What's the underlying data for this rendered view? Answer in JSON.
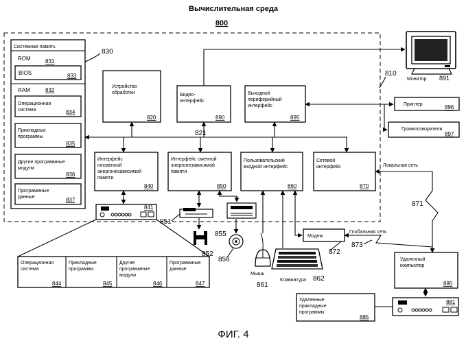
{
  "title": "Вычислительная среда",
  "env_number": "800",
  "figure_caption": "ФИГ. 4",
  "system_memory": {
    "label": "Системная память",
    "number": "830",
    "rom": {
      "label": "ROM",
      "number": "831"
    },
    "bios": {
      "label": "BIOS",
      "number": "833"
    },
    "ram": {
      "label": "RAM",
      "number": "832"
    },
    "os": {
      "line1": "Операционная",
      "line2": "система",
      "number": "834"
    },
    "apps": {
      "line1": "Прикладные",
      "line2": "программы",
      "number": "835"
    },
    "other": {
      "line1": "Другие программные",
      "line2": "модули",
      "number": "836"
    },
    "data": {
      "line1": "Программные",
      "line2": "данные",
      "number": "837"
    }
  },
  "processor": {
    "line1": "Устройство",
    "line2": "обработки",
    "number": "820"
  },
  "video": {
    "line1": "Видео-",
    "line2": "интерфейс",
    "number": "890"
  },
  "output_periph": {
    "line1": "Выходной",
    "line2": "периферийный",
    "line3": "интерфейс",
    "number": "895"
  },
  "bus_number": "821",
  "computer_number": "810",
  "nonremovable": {
    "line1": "Интерфейс",
    "line2": "несменной",
    "line3": "энергонезависимой",
    "line4": "памяти",
    "number": "840"
  },
  "removable": {
    "line1": "Интерфейс сменной",
    "line2": "энергонезависимой",
    "line3": "памяти",
    "number": "850"
  },
  "user_input": {
    "line1": "Пользовательский",
    "line2": "входной интерфейс",
    "number": "860"
  },
  "network": {
    "line1": "Сетевой",
    "line2": "интерфейс",
    "number": "870"
  },
  "monitor": {
    "label": "Монитор",
    "number": "891"
  },
  "printer": {
    "label": "Принтер",
    "number": "896"
  },
  "speakers": {
    "label": "Громкоговорители",
    "number": "897"
  },
  "lan": {
    "label": "Локальная сеть",
    "number": "871"
  },
  "wan": {
    "label": "Глобальная сеть",
    "number": "873"
  },
  "modem": {
    "label": "Модем",
    "number": "872"
  },
  "mouse": {
    "label": "Мышь",
    "number": "861"
  },
  "keyboard": {
    "label": "Клавиатура",
    "number": "862"
  },
  "hdd_number": "841",
  "hdd_ref": "851",
  "floppy_drive_ref": "852",
  "cd_drive_ref": "855",
  "cd_ref": "856",
  "remote": {
    "line1": "Удаленный",
    "line2": "компьютер",
    "number": "880"
  },
  "remote_hdd_number": "881",
  "remote_apps": {
    "line1": "Удаленные",
    "line2": "прикладные",
    "line3": "программы",
    "number": "885"
  },
  "bottom_row": [
    {
      "line1": "Операционная",
      "line2": "система",
      "line3": "",
      "number": "844"
    },
    {
      "line1": "Прикладные",
      "line2": "программы",
      "line3": "",
      "number": "845"
    },
    {
      "line1": "Другие",
      "line2": "программные",
      "line3": "модули",
      "number": "846"
    },
    {
      "line1": "Программные",
      "line2": "данные",
      "line3": "",
      "number": "847"
    }
  ]
}
